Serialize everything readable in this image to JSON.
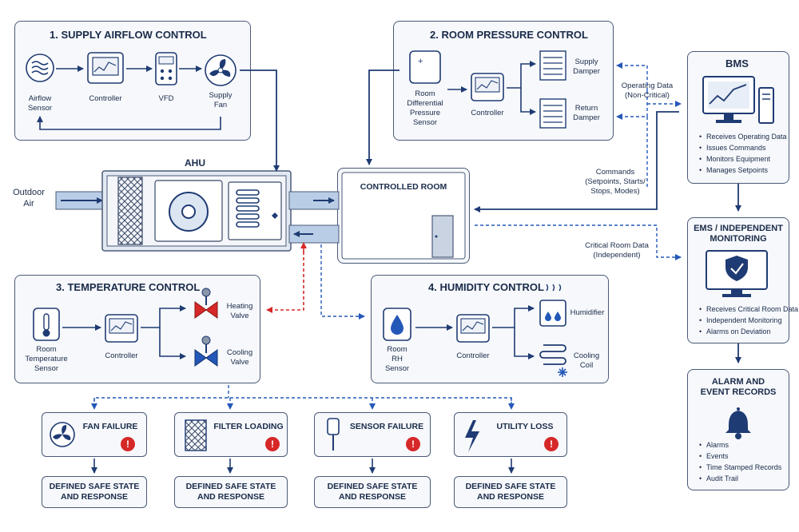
{
  "airflow": {
    "title": "1. SUPPLY AIRFLOW CONTROL",
    "sensor": "Airflow\nSensor",
    "controller": "Controller",
    "vfd": "VFD",
    "fan": "Supply\nFan"
  },
  "pressure": {
    "title": "2. ROOM PRESSURE CONTROL",
    "sensor": "Room\nDifferential\nPressure\nSensor",
    "controller": "Controller",
    "supply_damper": "Supply\nDamper",
    "return_damper": "Return\nDamper"
  },
  "bms": {
    "title": "BMS",
    "items": [
      "Receives Operating Data",
      "Issues Commands",
      "Monitors Equipment",
      "Manages Setpoints"
    ]
  },
  "ahu": {
    "title": "AHU",
    "outdoor_air": "Outdoor\nAir"
  },
  "room": {
    "title": "CONTROLLED ROOM"
  },
  "flows": {
    "operating_data": "Operating Data\n(Non-Critical)",
    "commands": "Commands\n(Setpoints, Starts/\nStops, Modes)",
    "critical_data": "Critical Room Data\n(Independent)"
  },
  "ems": {
    "title": "EMS / INDEPENDENT\nMONITORING",
    "items": [
      "Receives Critical Room Data",
      "Independent Monitoring",
      "Alarms on Deviation"
    ]
  },
  "alarm": {
    "title": "ALARM AND\nEVENT RECORDS",
    "items": [
      "Alarms",
      "Events",
      "Time Stamped Records",
      "Audit Trail"
    ]
  },
  "temperature": {
    "title": "3. TEMPERATURE CONTROL",
    "sensor": "Room\nTemperature\nSensor",
    "controller": "Controller",
    "heating": "Heating\nValve",
    "cooling": "Cooling\nValve"
  },
  "humidity": {
    "title": "4. HUMIDITY CONTROL",
    "sensor": "Room\nRH\nSensor",
    "controller": "Controller",
    "humidifier": "Humidifier",
    "coil": "Cooling\nCoil"
  },
  "failures": [
    {
      "label": "FAN FAILURE",
      "response": "DEFINED SAFE STATE\nAND RESPONSE"
    },
    {
      "label": "FILTER LOADING",
      "response": "DEFINED SAFE STATE\nAND RESPONSE"
    },
    {
      "label": "SENSOR FAILURE",
      "response": "DEFINED SAFE STATE\nAND RESPONSE"
    },
    {
      "label": "UTILITY LOSS",
      "response": "DEFINED SAFE STATE\nAND RESPONSE"
    }
  ],
  "colors": {
    "navy": "#1f3b73",
    "outline": "#4a5a78",
    "red": "#d62828",
    "blue": "#2458b8",
    "duct": "#b9cde6"
  }
}
